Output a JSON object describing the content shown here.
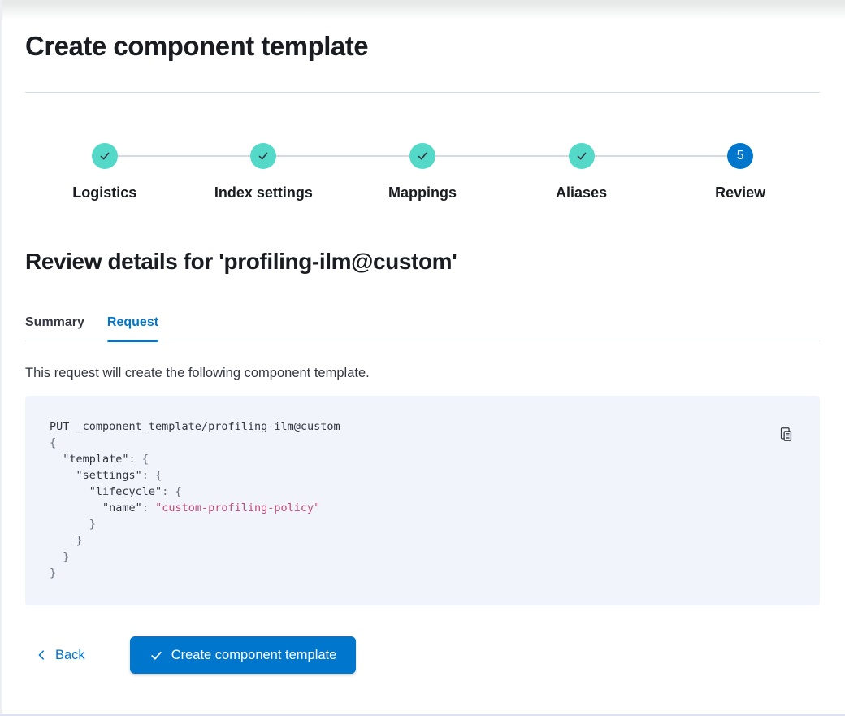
{
  "header": {
    "title": "Create component template"
  },
  "steps": [
    {
      "label": "Logistics",
      "status": "complete"
    },
    {
      "label": "Index settings",
      "status": "complete"
    },
    {
      "label": "Mappings",
      "status": "complete"
    },
    {
      "label": "Aliases",
      "status": "complete"
    },
    {
      "label": "Review",
      "status": "current",
      "number": "5"
    }
  ],
  "review": {
    "heading": "Review details for 'profiling-ilm@custom'",
    "tabs": [
      {
        "label": "Summary",
        "active": false
      },
      {
        "label": "Request",
        "active": true
      }
    ],
    "description": "This request will create the following component template.",
    "code_block": {
      "copy_icon": "copy-clipboard",
      "lines": [
        [
          {
            "t": "PUT _component_template/profiling-ilm@custom",
            "c": "plain"
          }
        ],
        [
          {
            "t": "{",
            "c": "punct"
          }
        ],
        [
          {
            "t": "  ",
            "c": "plain"
          },
          {
            "t": "\"template\"",
            "c": "key"
          },
          {
            "t": ": ",
            "c": "punct"
          },
          {
            "t": "{",
            "c": "punct"
          }
        ],
        [
          {
            "t": "    ",
            "c": "plain"
          },
          {
            "t": "\"settings\"",
            "c": "key"
          },
          {
            "t": ": ",
            "c": "punct"
          },
          {
            "t": "{",
            "c": "punct"
          }
        ],
        [
          {
            "t": "      ",
            "c": "plain"
          },
          {
            "t": "\"lifecycle\"",
            "c": "key"
          },
          {
            "t": ": ",
            "c": "punct"
          },
          {
            "t": "{",
            "c": "punct"
          }
        ],
        [
          {
            "t": "        ",
            "c": "plain"
          },
          {
            "t": "\"name\"",
            "c": "key"
          },
          {
            "t": ": ",
            "c": "punct"
          },
          {
            "t": "\"custom-profiling-policy\"",
            "c": "string"
          }
        ],
        [
          {
            "t": "      }",
            "c": "punct"
          }
        ],
        [
          {
            "t": "    }",
            "c": "punct"
          }
        ],
        [
          {
            "t": "  }",
            "c": "punct"
          }
        ],
        [
          {
            "t": "}",
            "c": "punct"
          }
        ]
      ]
    }
  },
  "footer": {
    "back_label": "Back",
    "create_button_label": "Create component template"
  },
  "colors": {
    "primary_blue": "#0077CC",
    "step_complete_teal": "#54D9C9",
    "step_check_dark": "#343741",
    "code_background": "#F1F4FA",
    "code_string_pink": "#BD4C78",
    "divider_gray": "#D3DAE6",
    "heading_text": "#1A1C21",
    "body_text": "#343741"
  }
}
